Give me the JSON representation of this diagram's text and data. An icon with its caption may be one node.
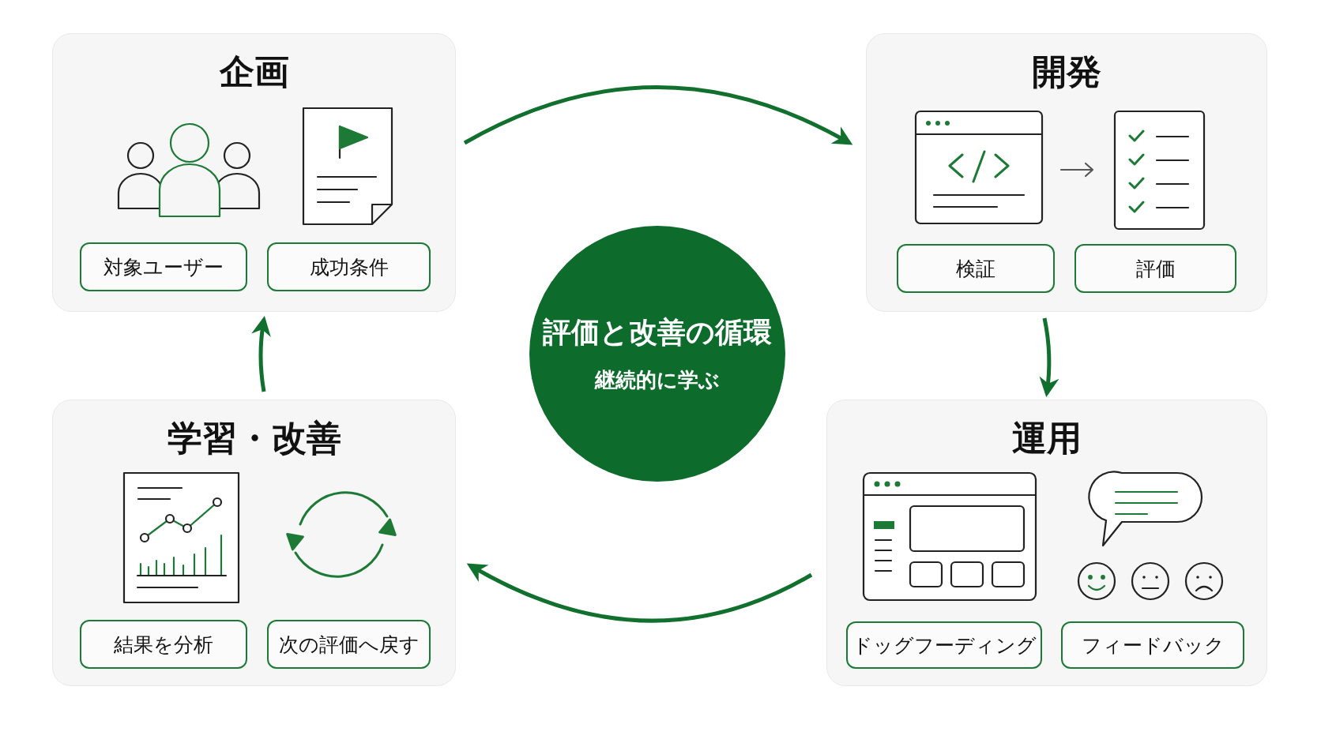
{
  "diagram": {
    "nodes": [
      {
        "text": [
          "企画"
        ]
      },
      {
        "text": [
          "対象ユーザー"
        ],
        "in": 0
      },
      {
        "text": [
          "成功条件"
        ],
        "in": 0
      },
      {
        "text": [
          "開発"
        ]
      },
      {
        "text": [
          "検証"
        ],
        "in": 3
      },
      {
        "text": [
          "評価"
        ],
        "in": 3
      },
      {
        "text": [
          "運用"
        ]
      },
      {
        "text": [
          "ドッグフーディング"
        ],
        "in": 6
      },
      {
        "text": [
          "フィードバック"
        ],
        "in": 6
      },
      {
        "text": [
          "学習・改善"
        ]
      },
      {
        "text": [
          "結果を分析"
        ],
        "in": 9
      },
      {
        "text": [
          "次の評価へ戻す"
        ],
        "in": 9
      },
      {
        "text": [
          "評価と改善の循環",
          "継続的に学ぶ"
        ]
      }
    ],
    "edges": [
      {
        "from": 0,
        "to": 3,
        "arrow": "to"
      },
      {
        "from": 3,
        "to": 6,
        "arrow": "to"
      },
      {
        "from": 6,
        "to": 9,
        "arrow": "to"
      },
      {
        "from": 9,
        "to": 0,
        "arrow": "to"
      }
    ]
  }
}
